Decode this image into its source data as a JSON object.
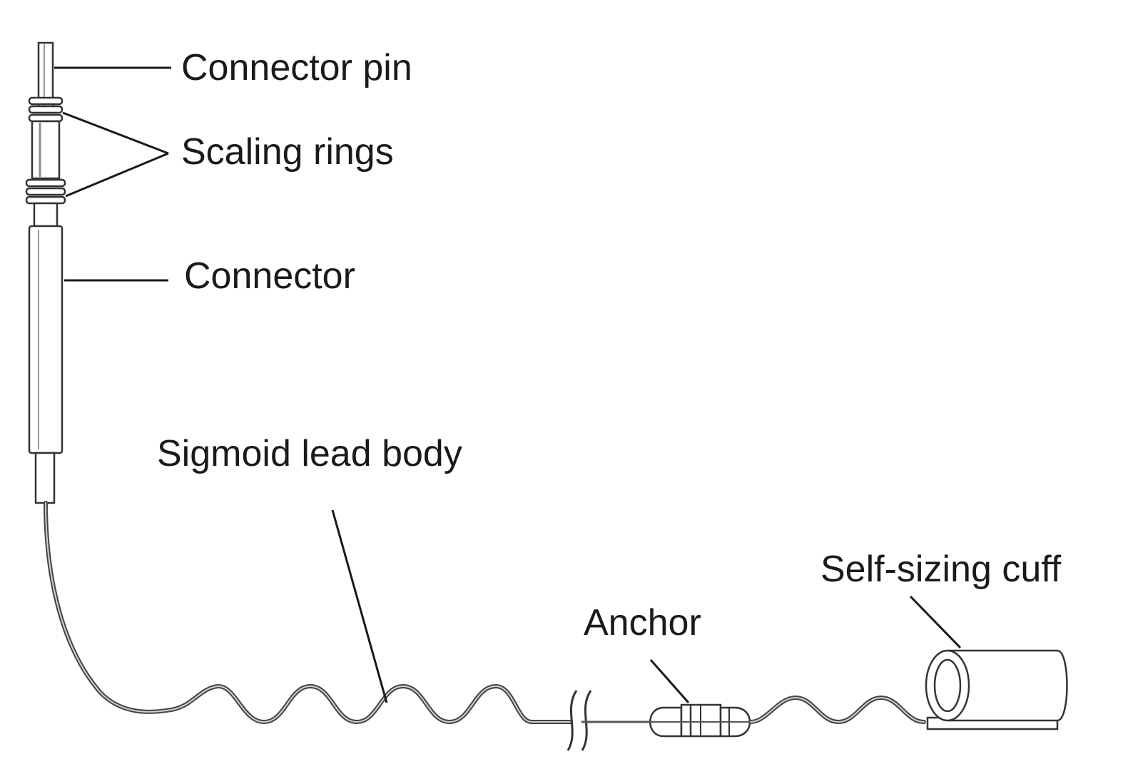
{
  "labels": {
    "connector_pin": "Connector pin",
    "sealing_rings": "Scaling rings",
    "connector": "Connector",
    "sigmoid_lead_body": "Sigmoid lead body",
    "anchor": "Anchor",
    "self_sizing_cuff": "Self-sizing cuff"
  }
}
